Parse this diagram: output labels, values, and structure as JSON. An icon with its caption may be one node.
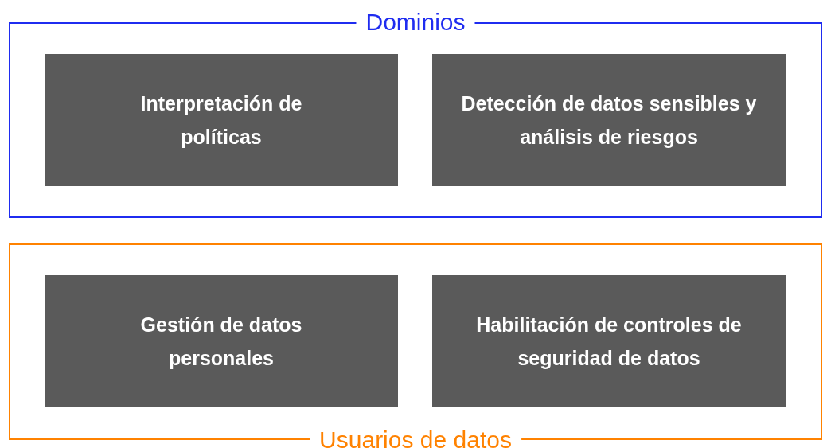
{
  "diagram": {
    "nodes": [
      {
        "text": [
          "Dominios"
        ]
      },
      {
        "text": [
          "Interpretación de políticas"
        ],
        "in": 0
      },
      {
        "text": [
          "Detección de datos sensibles y análisis de riesgos"
        ],
        "in": 0
      },
      {
        "text": [
          "Usuarios de datos"
        ]
      },
      {
        "text": [
          "Gestión de datos personales"
        ],
        "in": 3
      },
      {
        "text": [
          "Habilitación de controles de seguridad de datos"
        ],
        "in": 3
      }
    ]
  }
}
